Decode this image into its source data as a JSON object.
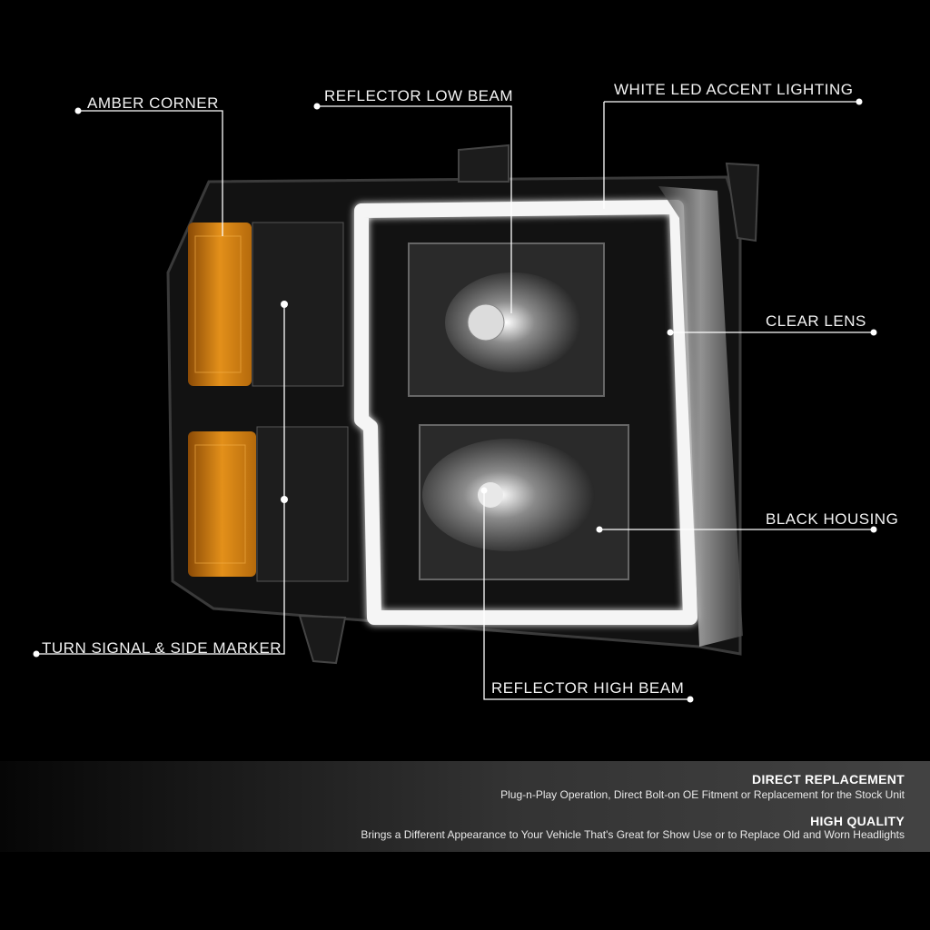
{
  "colors": {
    "background": "#000000",
    "amber": "#e08a14",
    "housing": "#141414",
    "led_accent": "#ffffff",
    "leader_line": "#ffffff",
    "footer_band": "#4a4a4a"
  },
  "callouts": {
    "amber_corner": "AMBER CORNER",
    "reflector_low_beam": "REFLECTOR LOW BEAM",
    "white_led_accent": "WHITE LED ACCENT LIGHTING",
    "clear_lens": "CLEAR LENS",
    "black_housing": "BLACK HOUSING",
    "turn_signal": "TURN SIGNAL & SIDE MARKER",
    "reflector_high_beam": "REFLECTOR HIGH BEAM"
  },
  "features": [
    {
      "title": "DIRECT REPLACEMENT",
      "text": "Plug-n-Play Operation, Direct Bolt-on OE Fitment or Replacement for the Stock Unit"
    },
    {
      "title": "HIGH QUALITY",
      "text": "Brings a Different Appearance to Your Vehicle That's Great for Show Use or to Replace Old and Worn Headlights"
    }
  ]
}
